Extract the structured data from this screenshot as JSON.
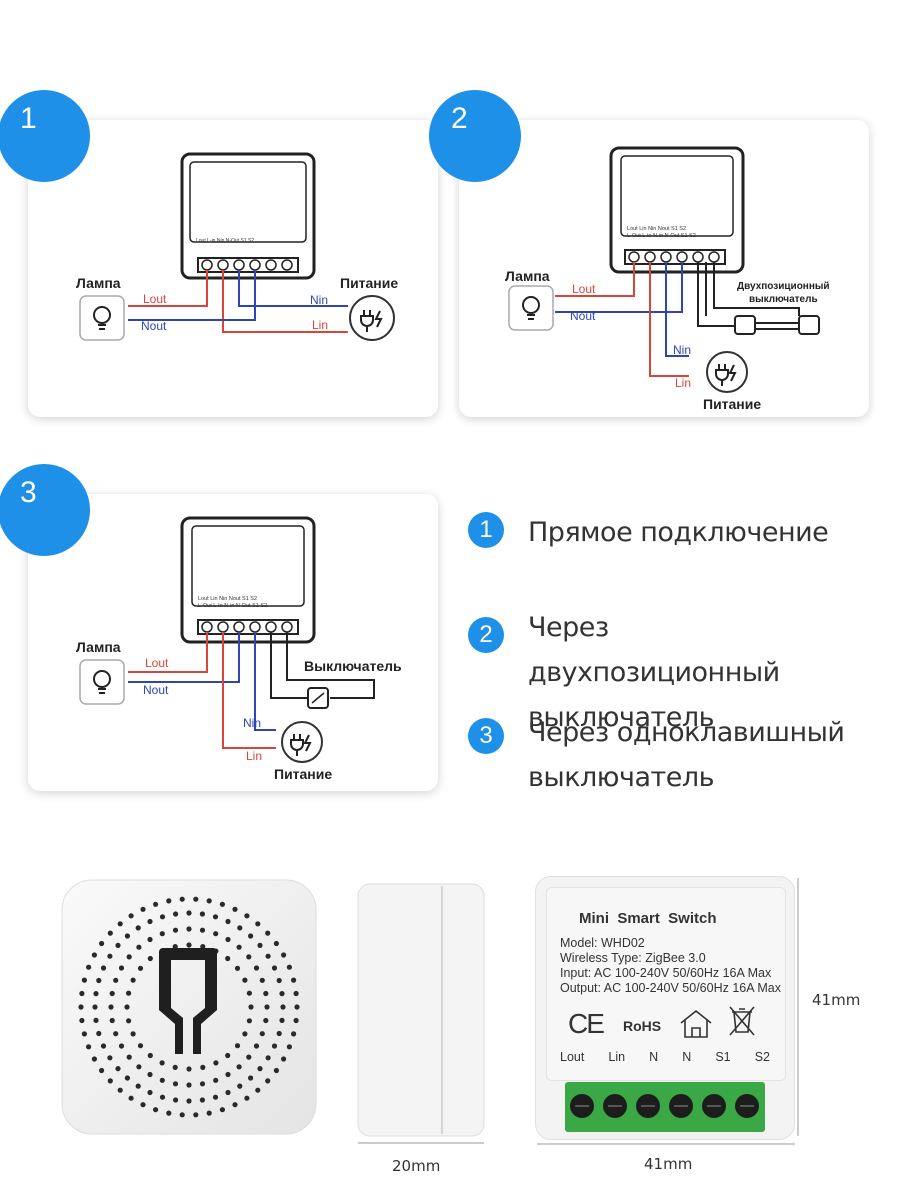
{
  "diagrams": [
    {
      "number": "1",
      "lamp": "Лампа",
      "power": "Питание",
      "wires": {
        "lout": "Lout",
        "nout": "Nout",
        "nin": "Nin",
        "lin": "Lin"
      },
      "terminals": [
        "Lout/L-Out",
        "L-in",
        "Nin",
        "N-Out",
        "S1",
        "S2"
      ]
    },
    {
      "number": "2",
      "lamp": "Лампа",
      "power": "Питание",
      "switch_line1": "Двухпозиционный",
      "switch_line2": "выключатель",
      "wires": {
        "lout": "Lout",
        "nout": "Nout",
        "nin": "Nin",
        "lin": "Lin"
      },
      "terminals_top": [
        "Lout",
        "Lin",
        "Nin",
        "Nout",
        "S1",
        "S2"
      ],
      "terminals_bottom": [
        "L-Out",
        "L-in",
        "N-in",
        "N-Out",
        "S1",
        "S2"
      ]
    },
    {
      "number": "3",
      "lamp": "Лампа",
      "power": "Питание",
      "switch": "Выключатель",
      "wires": {
        "lout": "Lout",
        "nout": "Nout",
        "nin": "Nin",
        "lin": "Lin"
      },
      "terminals_top": [
        "Lout",
        "Lin",
        "Nin",
        "Nout",
        "S1",
        "S2"
      ],
      "terminals_bottom": [
        "L-Out",
        "L-In",
        "N-in",
        "N-Out",
        "S1",
        "S2"
      ]
    }
  ],
  "legend": [
    {
      "number": "1",
      "text": "Прямое подключение"
    },
    {
      "number": "2",
      "text": "Через двухпозиционный выключатель"
    },
    {
      "number": "3",
      "text": "Через одноклавишный выключатель"
    }
  ],
  "product": {
    "title": "Mini  Smart  Switch",
    "model": "Model: WHD02",
    "wireless": "Wireless Type: ZigBee 3.0",
    "input": "Input: AC 100-240V 50/60Hz 16A Max",
    "output": "Output: AC 100-240V 50/60Hz 16A Max",
    "ce": "CE",
    "rohs": "RoHS",
    "terminals": [
      "Lout",
      "Lin",
      "N",
      "N",
      "S1",
      "S2"
    ],
    "dim_depth": "20mm",
    "dim_width": "41mm",
    "dim_height": "41mm"
  },
  "colors": {
    "accent": "#1e90e8",
    "live": "#d9453b",
    "neutral": "#2f45b5",
    "terminal_block": "#3aa845"
  },
  "icons": [
    "bulb-icon",
    "plug-icon",
    "switch-icon",
    "house-icon",
    "bin-icon"
  ]
}
